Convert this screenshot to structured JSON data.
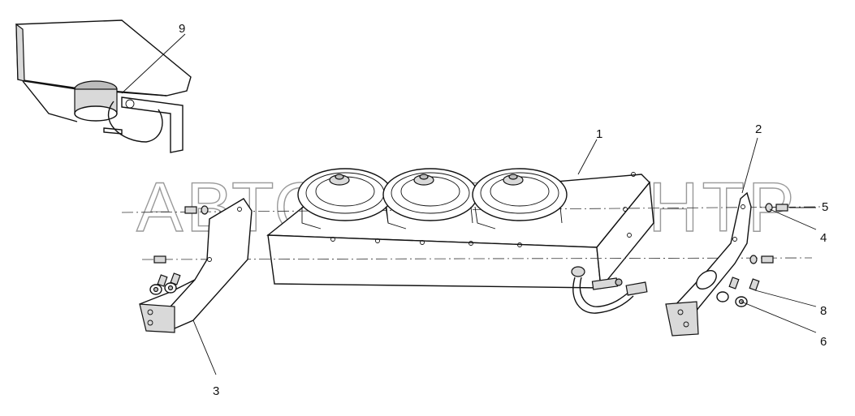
{
  "watermark": "АВТОСПЕЦЦЕНТР",
  "callouts": [
    {
      "id": "1",
      "label": "1"
    },
    {
      "id": "2",
      "label": "2"
    },
    {
      "id": "3",
      "label": "3"
    },
    {
      "id": "4",
      "label": "4"
    },
    {
      "id": "5",
      "label": "5"
    },
    {
      "id": "6",
      "label": "6"
    },
    {
      "id": "8",
      "label": "8"
    },
    {
      "id": "9",
      "label": "9"
    }
  ]
}
